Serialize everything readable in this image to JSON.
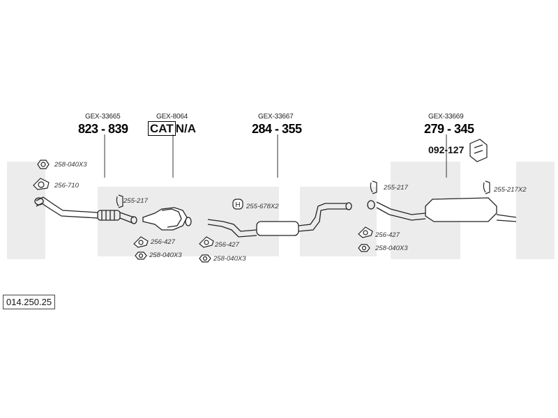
{
  "diagram_ref": "014.250.25",
  "groups": [
    {
      "code": "GEX-33665",
      "range": "823 - 839"
    },
    {
      "code": "GEX-8064",
      "cat": "CAT",
      "cat_value": "N/A"
    },
    {
      "code": "GEX-33667",
      "range": "284 - 355"
    },
    {
      "code": "GEX-33669",
      "range": "279 - 345",
      "extra": "092-127"
    }
  ],
  "parts": {
    "nut_left": "258-040X3",
    "gasket_left": "256-710",
    "clamp_1": "255-217",
    "gasket_2": "256-427",
    "nut_2": "258-040X3",
    "gasket_3": "256-427",
    "nut_3": "258-040X3",
    "mount_h": "255-678X2",
    "clamp_right": "255-217",
    "gasket_right": "256-427",
    "nut_right": "258-040X3",
    "mount_right": "255-217X2"
  }
}
